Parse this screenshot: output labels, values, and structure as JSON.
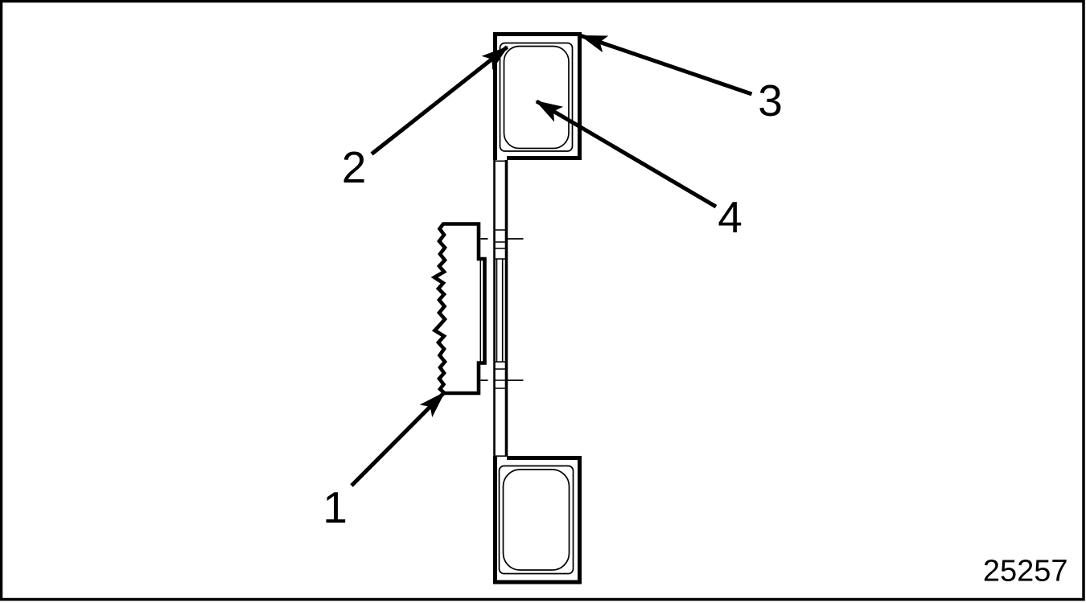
{
  "diagram": {
    "callouts": [
      {
        "id": "1",
        "label": "1"
      },
      {
        "id": "2",
        "label": "2"
      },
      {
        "id": "3",
        "label": "3"
      },
      {
        "id": "4",
        "label": "4"
      }
    ],
    "figure_number": "25257",
    "colors": {
      "line": "#000000",
      "background": "#ffffff"
    }
  }
}
